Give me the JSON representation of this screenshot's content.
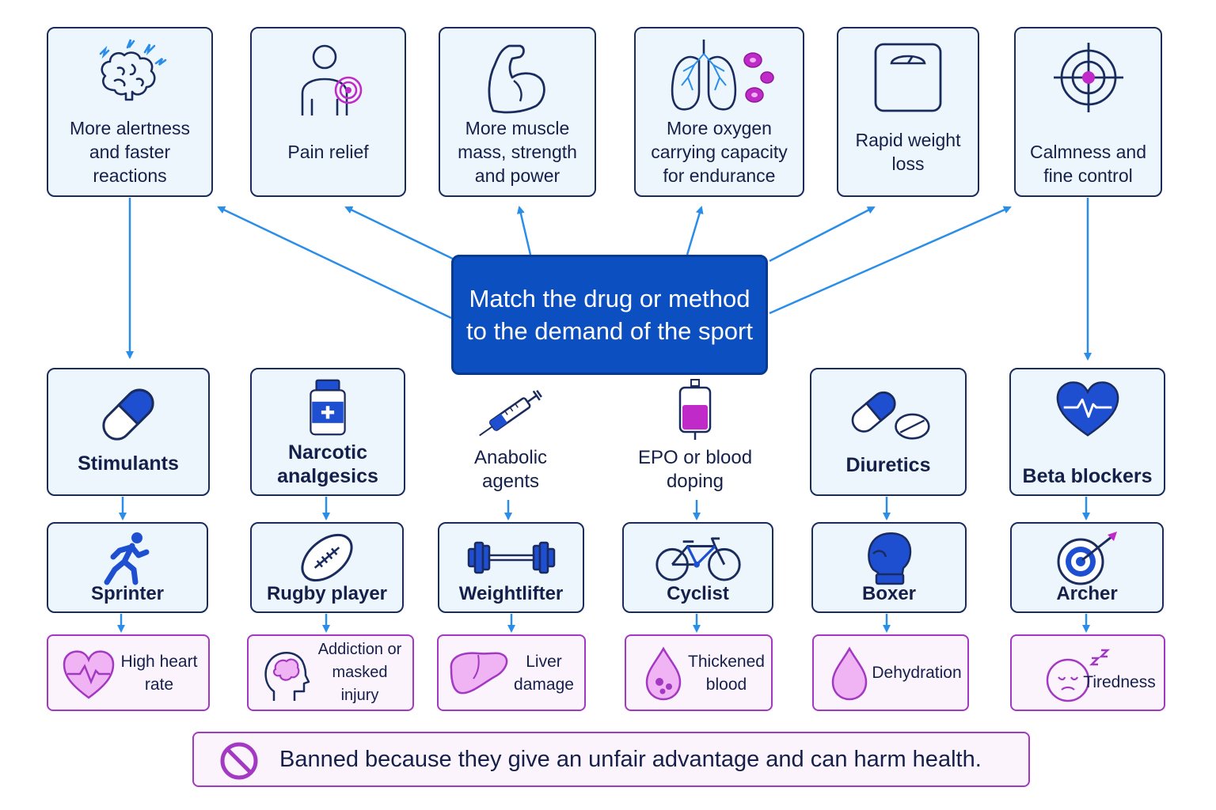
{
  "center_prompt": "Match the drug or method to the demand of the sport",
  "benefits": [
    {
      "label": "More alertness and faster reactions",
      "icon": "brain-alert-icon"
    },
    {
      "label": "Pain relief",
      "icon": "pain-shoulder-icon"
    },
    {
      "label": "More muscle mass, strength and power",
      "icon": "flexed-arm-icon"
    },
    {
      "label": "More oxygen carrying capacity for endurance",
      "icon": "lungs-blood-cells-icon"
    },
    {
      "label": "Rapid weight loss",
      "icon": "weighing-scale-icon"
    },
    {
      "label": "Calmness and fine control",
      "icon": "crosshair-icon"
    }
  ],
  "drugs": [
    {
      "label": "Stimulants",
      "icon": "capsule-icon"
    },
    {
      "label": "Narcotic analgesics",
      "icon": "medicine-bottle-icon"
    },
    {
      "label": "Anabolic agents",
      "icon": "syringe-icon"
    },
    {
      "label": "EPO or blood doping",
      "icon": "blood-bag-icon"
    },
    {
      "label": "Diuretics",
      "icon": "pills-icon"
    },
    {
      "label": "Beta blockers",
      "icon": "heart-pulse-icon"
    }
  ],
  "sports": [
    {
      "label": "Sprinter",
      "icon": "running-person-icon"
    },
    {
      "label": "Rugby player",
      "icon": "rugby-ball-icon"
    },
    {
      "label": "Weightlifter",
      "icon": "barbell-icon"
    },
    {
      "label": "Cyclist",
      "icon": "bicycle-icon"
    },
    {
      "label": "Boxer",
      "icon": "boxing-glove-icon"
    },
    {
      "label": "Archer",
      "icon": "archery-target-icon"
    }
  ],
  "risks": [
    {
      "label": "High heart rate",
      "icon": "heart-rate-icon"
    },
    {
      "label": "Addiction or masked injury",
      "icon": "head-brain-icon"
    },
    {
      "label": "Liver damage",
      "icon": "liver-icon"
    },
    {
      "label": "Thickened blood",
      "icon": "blood-drop-icon"
    },
    {
      "label": "Dehydration",
      "icon": "water-drop-icon"
    },
    {
      "label": "Tiredness",
      "icon": "sleepy-face-icon"
    }
  ],
  "conclusion": {
    "label": "Banned because they give an unfair advantage and can harm health.",
    "icon": "prohibited-icon"
  },
  "colors": {
    "navy": "#1a2b5e",
    "blue": "#1e4fd1",
    "arrow": "#2a8ee8",
    "purple": "#a338c2",
    "magenta": "#c02ac9",
    "center_fill": "#0b4fc0",
    "box_fill": "#eef6fd",
    "risk_fill": "#fcf4fd"
  }
}
